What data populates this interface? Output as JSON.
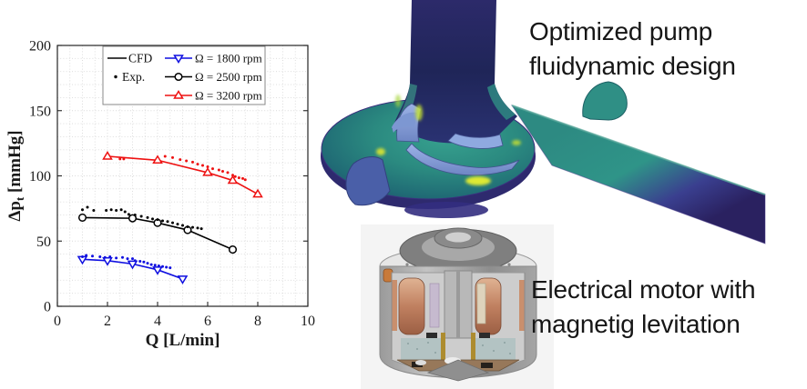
{
  "captions": {
    "pump": {
      "line1": "Optimized pump",
      "line2": "fluidynamic design"
    },
    "motor": {
      "line1": "Electrical motor with",
      "line2": "magnetig levitation"
    }
  },
  "colors": {
    "series_blue": "#0f0fe0",
    "series_black": "#000000",
    "series_red": "#ee1111",
    "axis": "#262626",
    "grid": "#d9d9d9",
    "legend_border": "#888888",
    "pump_teal": "#2e8f85",
    "pump_navy": "#22265e",
    "pump_blade_blue": "#8fa9e0",
    "pump_glow_yellow": "#dce531",
    "motor_gray": "#a8a8a8",
    "motor_copper": "#c98f6d",
    "motor_board_brown": "#97785a"
  },
  "chart_data": {
    "type": "line",
    "title": "",
    "xlabel": "Q [L/min]",
    "ylabel": {
      "main": "Δp",
      "sub": "t",
      "units": " [mmHg]"
    },
    "xlim": [
      0,
      10
    ],
    "ylim": [
      0,
      200
    ],
    "xticks": [
      0,
      2,
      4,
      6,
      8,
      10
    ],
    "yticks": [
      0,
      50,
      100,
      150,
      200
    ],
    "minor_grid": {
      "x_step": 0.5,
      "y_step": 10
    },
    "grid": "on",
    "legend_position": "top-center-inside",
    "legend": {
      "style_entries": [
        {
          "label": "CFD",
          "sample": "line"
        },
        {
          "label": "Exp.",
          "sample": "dot"
        }
      ],
      "series_entries": [
        {
          "label": "Ω = 1800 rpm",
          "color": "#0f0fe0",
          "marker": "triangle-down"
        },
        {
          "label": "Ω = 2500 rpm",
          "color": "#000000",
          "marker": "circle"
        },
        {
          "label": "Ω = 3200 rpm",
          "color": "#ee1111",
          "marker": "triangle-up"
        }
      ]
    },
    "series": [
      {
        "name": "CFD Ω = 1800 rpm",
        "kind": "line",
        "color": "#0f0fe0",
        "marker": "triangle-down",
        "points": [
          [
            1,
            36
          ],
          [
            2,
            35
          ],
          [
            3,
            32.5
          ],
          [
            4,
            28
          ],
          [
            5,
            21
          ]
        ]
      },
      {
        "name": "Exp. Ω = 1800 rpm",
        "kind": "scatter",
        "color": "#0f0fe0",
        "points": [
          [
            1,
            38
          ],
          [
            1.15,
            39
          ],
          [
            1.4,
            38.5
          ],
          [
            1.7,
            38
          ],
          [
            1.9,
            37.5
          ],
          [
            2.1,
            38
          ],
          [
            2.35,
            37
          ],
          [
            2.6,
            37.5
          ],
          [
            2.8,
            36.5
          ],
          [
            3,
            36.5
          ],
          [
            3.1,
            35
          ],
          [
            3.3,
            34.5
          ],
          [
            3.45,
            34
          ],
          [
            3.6,
            33
          ],
          [
            3.75,
            32
          ],
          [
            3.9,
            31.5
          ],
          [
            4.05,
            31
          ],
          [
            4.2,
            30.5
          ],
          [
            4.35,
            30
          ],
          [
            4.5,
            29.5
          ]
        ]
      },
      {
        "name": "CFD Ω = 2500 rpm",
        "kind": "line",
        "color": "#000000",
        "marker": "circle",
        "points": [
          [
            1,
            68
          ],
          [
            3,
            67.5
          ],
          [
            4,
            64
          ],
          [
            5.2,
            58.5
          ],
          [
            7,
            43.5
          ]
        ]
      },
      {
        "name": "Exp. Ω = 2500 rpm",
        "kind": "scatter",
        "color": "#000000",
        "points": [
          [
            1,
            74
          ],
          [
            1.2,
            76
          ],
          [
            1.45,
            73.5
          ],
          [
            1.95,
            73.5
          ],
          [
            2.15,
            74
          ],
          [
            2.35,
            73.5
          ],
          [
            2.55,
            74
          ],
          [
            2.7,
            72.5
          ],
          [
            2.85,
            70.5
          ],
          [
            3.1,
            70
          ],
          [
            3.35,
            69
          ],
          [
            3.6,
            68
          ],
          [
            3.8,
            67
          ],
          [
            4,
            66.5
          ],
          [
            4.2,
            65.5
          ],
          [
            4.4,
            65
          ],
          [
            4.6,
            64
          ],
          [
            4.8,
            63
          ],
          [
            5,
            62
          ],
          [
            5.2,
            61
          ],
          [
            5.4,
            60.5
          ],
          [
            5.6,
            60
          ],
          [
            5.75,
            59.5
          ]
        ]
      },
      {
        "name": "CFD Ω = 3200 rpm",
        "kind": "line",
        "color": "#ee1111",
        "marker": "triangle-up",
        "points": [
          [
            2,
            115
          ],
          [
            4,
            112
          ],
          [
            6,
            102.5
          ],
          [
            7,
            96.5
          ],
          [
            8,
            86
          ]
        ]
      },
      {
        "name": "Exp. Ω = 3200 rpm",
        "kind": "scatter",
        "color": "#ee1111",
        "points": [
          [
            2.5,
            113
          ],
          [
            2.65,
            113
          ],
          [
            4.3,
            115
          ],
          [
            4.6,
            114
          ],
          [
            4.9,
            112.5
          ],
          [
            5.15,
            111.5
          ],
          [
            5.4,
            110.5
          ],
          [
            5.6,
            109
          ],
          [
            5.8,
            108
          ],
          [
            6,
            107
          ],
          [
            6.2,
            105.5
          ],
          [
            6.45,
            104.5
          ],
          [
            6.6,
            103.5
          ],
          [
            6.8,
            102.5
          ],
          [
            7,
            100.5
          ],
          [
            7.1,
            99.5
          ],
          [
            7.25,
            98.5
          ],
          [
            7.4,
            98
          ],
          [
            7.5,
            97
          ]
        ]
      }
    ]
  }
}
